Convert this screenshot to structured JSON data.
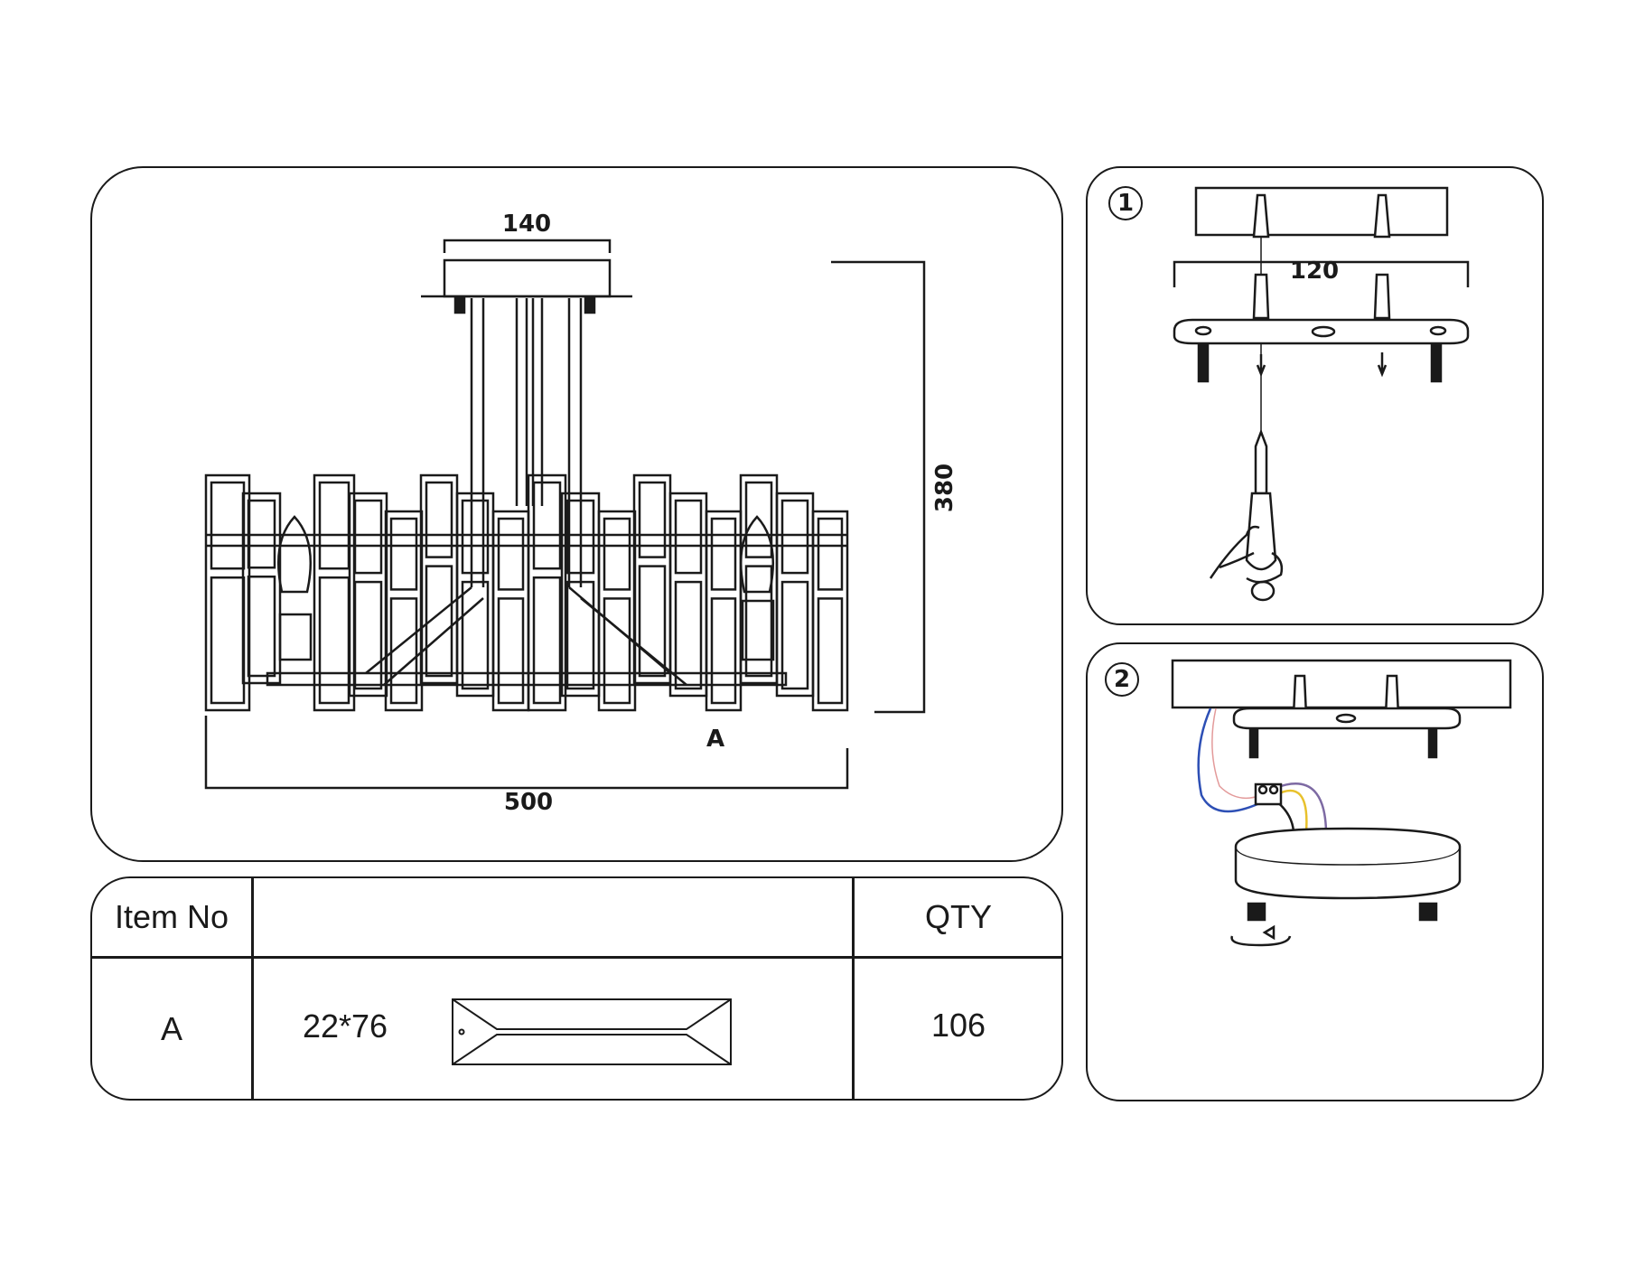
{
  "main": {
    "dim_canopy_width": "140",
    "dim_height": "380",
    "dim_total_width": "500",
    "part_label": "A"
  },
  "step1": {
    "badge": "1",
    "dim_bracket": "120"
  },
  "step2": {
    "badge": "2"
  },
  "table": {
    "header_item": "Item No",
    "header_desc": "",
    "header_qty": "QTY",
    "rows": [
      {
        "item": "A",
        "size": "22*76",
        "qty": "106"
      }
    ]
  },
  "colors": {
    "line": "#1a1a1a",
    "wire_blue": "#2d4fb5",
    "wire_red": "#e39a9a",
    "wire_yellow": "#e8c12c",
    "wire_purple": "#7d6aa3"
  },
  "icons": [
    "screwdriver-icon",
    "hand-icon",
    "wall-anchor-icon",
    "terminal-block-icon",
    "rotate-arrow-icon",
    "crystal-prism-icon"
  ]
}
